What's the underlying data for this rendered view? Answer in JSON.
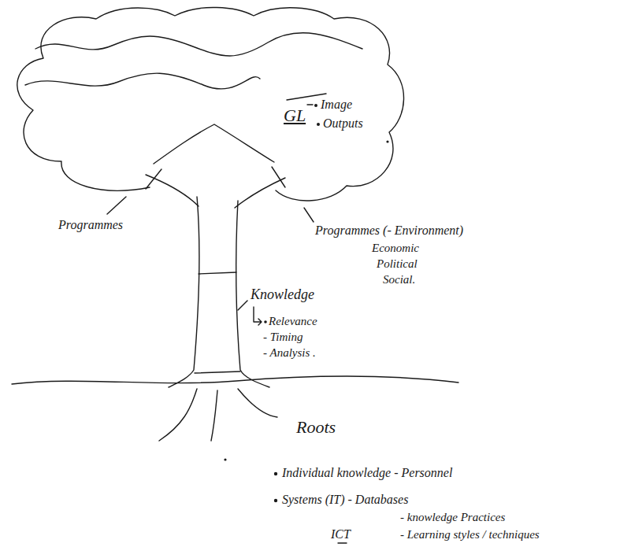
{
  "diagram": {
    "labels": [
      "GL",
      "Image",
      "Outputs",
      "Programmes",
      "Programmes (- Environment)",
      "Economic",
      "Political",
      "Social.",
      "Knowledge",
      "Relevance",
      "- Timing",
      "- Analysis .",
      "Roots",
      "Individual knowledge - Personnel",
      "Systems (IT) - Databases",
      "- knowledge Practices",
      "ICT",
      "- Learning styles / techniques"
    ]
  }
}
